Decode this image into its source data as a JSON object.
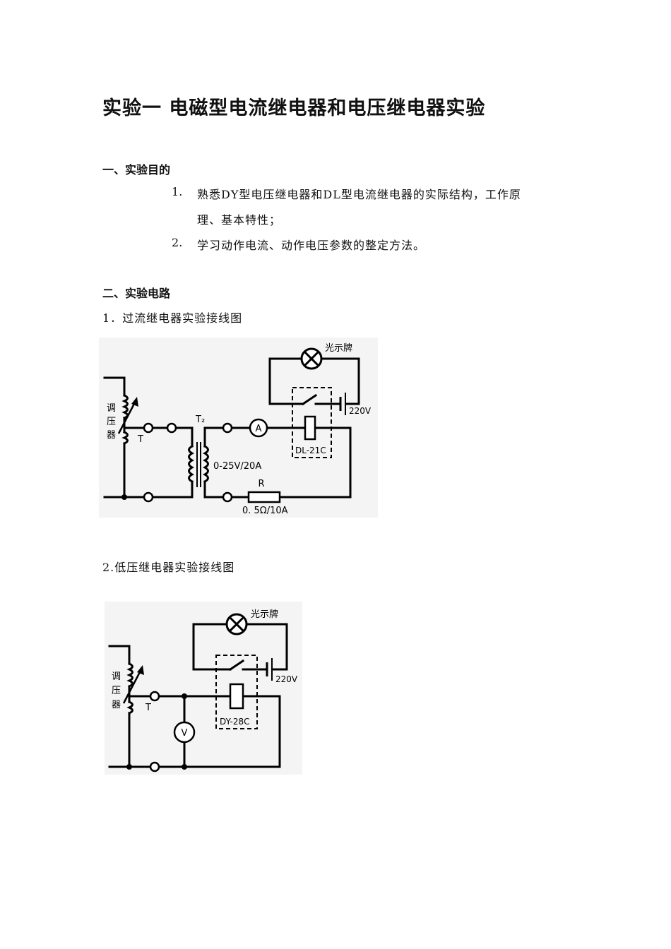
{
  "doc": {
    "title": "实验一  电磁型电流继电器和电压继电器实验",
    "section1": {
      "heading": "一、实验目的",
      "items": [
        {
          "num": "1.",
          "line1": "熟悉DY型电压继电器和DL型电流继电器的实际结构，工作原",
          "line2": "理、基本特性；"
        },
        {
          "num": "2.",
          "line1": "学习动作电流、动作电压参数的整定方法。"
        }
      ]
    },
    "section2": {
      "heading": "二、实验电路",
      "fig1_caption": "1．过流继电器实验接线图",
      "fig2_caption": "2.低压继电器实验接线图"
    },
    "fig1": {
      "lamp_label": "光示牌",
      "dc_label": "220V",
      "regulator_chars": [
        "调",
        "压",
        "器"
      ],
      "t_label": "T",
      "t2_label": "T₂",
      "ammeter_symbol": "A",
      "relay_label": "DL-21C",
      "transformer_rating": "0-25V/20A",
      "r_label": "R",
      "r_rating": "0. 5Ω/10A"
    },
    "fig2": {
      "lamp_label": "光示牌",
      "dc_label": "220V",
      "regulator_chars": [
        "调",
        "压",
        "器"
      ],
      "t_label": "T",
      "voltmeter_symbol": "V",
      "relay_label": "DY-28C"
    }
  }
}
